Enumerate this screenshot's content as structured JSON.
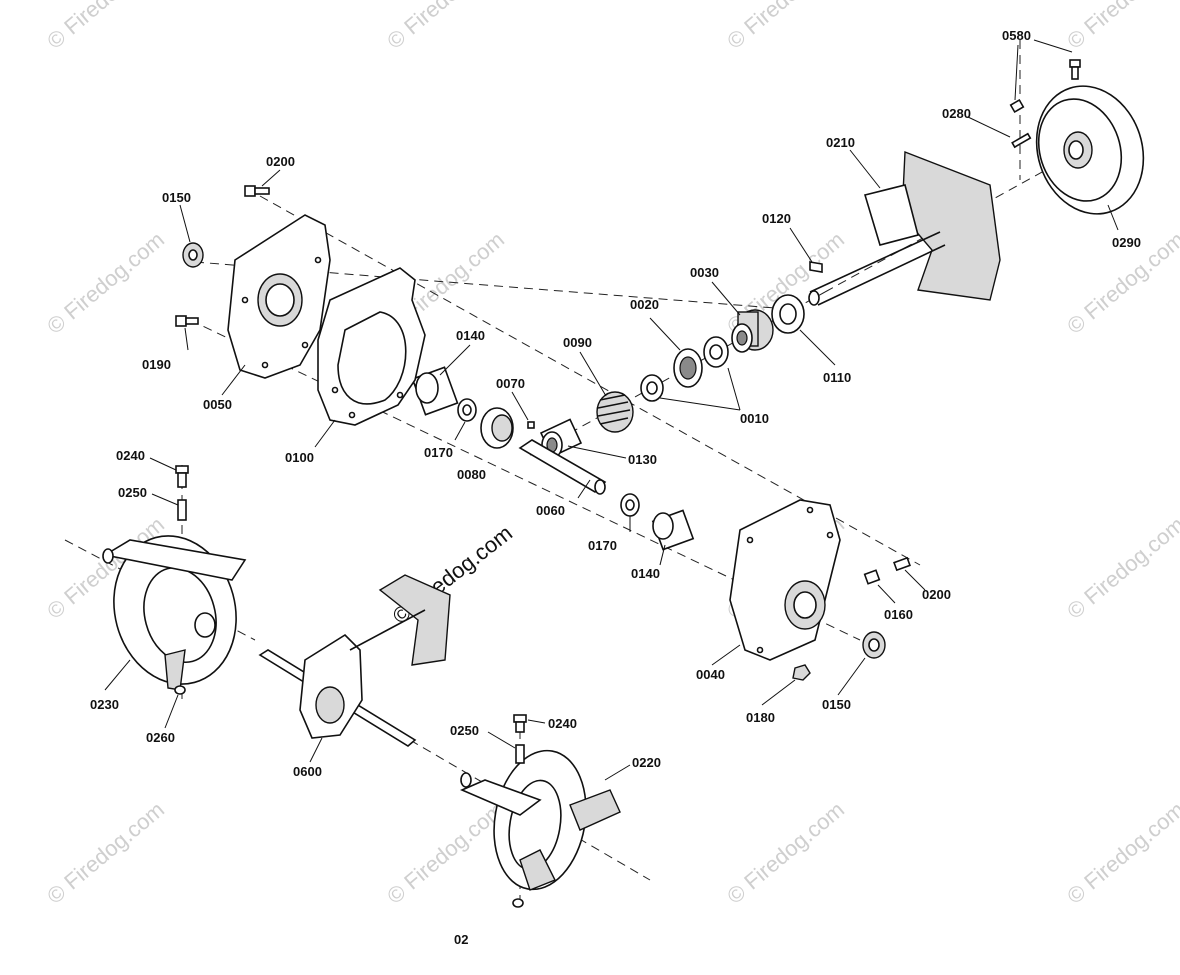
{
  "watermark": "© Firedog.com",
  "watermark_center": "© Firedog.com",
  "callouts": {
    "c0580": "0580",
    "c0280": "0280",
    "c0210": "0210",
    "c0290": "0290",
    "c0200a": "0200",
    "c0150a": "0150",
    "c0120": "0120",
    "c0030": "0030",
    "c0020": "0020",
    "c0110": "0110",
    "c0190": "0190",
    "c0050": "0050",
    "c0140a": "0140",
    "c0090": "0090",
    "c0070": "0070",
    "c0010": "0010",
    "c0100": "0100",
    "c0170a": "0170",
    "c0080": "0080",
    "c0130": "0130",
    "c0240a": "0240",
    "c0250a": "0250",
    "c0060": "0060",
    "c0170b": "0170",
    "c0140b": "0140",
    "c0200b": "0200",
    "c0160": "0160",
    "c0230": "0230",
    "c0260": "0260",
    "c0040": "0040",
    "c0150b": "0150",
    "c0180": "0180",
    "c0600": "0600",
    "c0250b": "0250",
    "c0240b": "0240",
    "c0220": "0220",
    "c02x": "02"
  }
}
